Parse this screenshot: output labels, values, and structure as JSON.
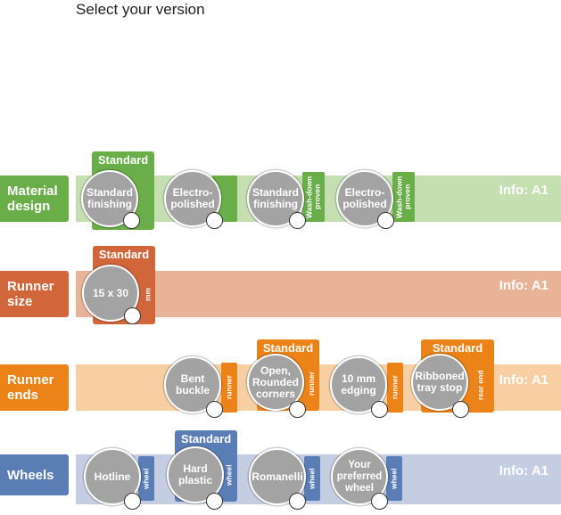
{
  "title": "Select your version",
  "colors": {
    "material": {
      "dark": "#6aae4a",
      "light": "#c5dfb1"
    },
    "runner_size": {
      "dark": "#d2663b",
      "light": "#e8b396"
    },
    "runner_ends": {
      "dark": "#ec8319",
      "light": "#f8cfa3"
    },
    "wheels": {
      "dark": "#5a7db5",
      "light": "#c5cde3"
    }
  },
  "rows": {
    "material": {
      "label": "Material\ndesign",
      "info": "Info: A1",
      "standard": "Standard",
      "options": [
        {
          "text": "Standard\nfinishing",
          "tab": ""
        },
        {
          "text": "Electro-\npolished",
          "tab": ""
        },
        {
          "text": "Standard\nfinishing",
          "tab": "Wash-down\nproven"
        },
        {
          "text": "Electro-\npolished",
          "tab": "Wash-down\nproven"
        }
      ]
    },
    "runner_size": {
      "label": "Runner\nsize",
      "info": "Info: A1",
      "standard": "Standard",
      "options": [
        {
          "text": "15 x 30",
          "tab": "mm"
        }
      ]
    },
    "runner_ends": {
      "label": "Runner\nends",
      "info": "Info: A1",
      "standard_1": "Standard",
      "standard_2": "Standard",
      "options": [
        {
          "text": "Bent\nbuckle",
          "tab": "runner"
        },
        {
          "text": "Open,\nRounded\ncorners",
          "tab": "runner"
        },
        {
          "text": "10 mm\nedging",
          "tab": "runner"
        },
        {
          "text": "Ribboned\ntray stop",
          "tab": "rear end"
        }
      ]
    },
    "wheels": {
      "label": "Wheels",
      "info": "Info: A1",
      "standard": "Standard",
      "options": [
        {
          "text": "Hotline",
          "tab": "wheel"
        },
        {
          "text": "Hard\nplastic",
          "tab": "wheel"
        },
        {
          "text": "Romanelli",
          "tab": "wheel"
        },
        {
          "text": "Your\npreferred\nwheel",
          "tab": "wheel"
        }
      ]
    }
  }
}
